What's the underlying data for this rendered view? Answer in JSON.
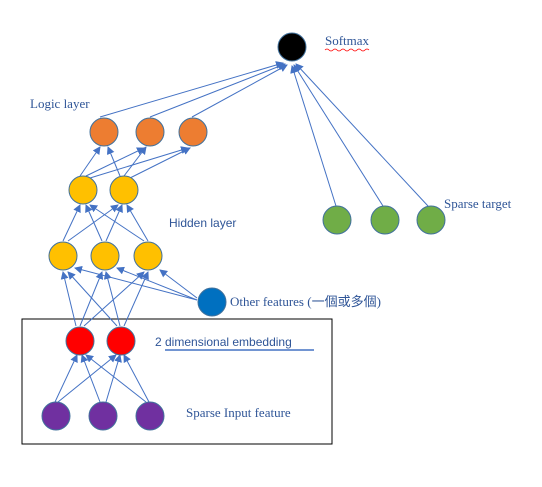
{
  "labels": {
    "softmax": "Softmax",
    "logic_layer": "Logic layer",
    "hidden_layer": "Hidden layer",
    "sparse_target": "Sparse target",
    "other_features": "Other features (一個或多個)",
    "embedding": "2 dimensional embedding",
    "sparse_input": "Sparse Input feature"
  },
  "colors": {
    "softmax": "#000000",
    "logic": "#ed7d31",
    "hidden": "#ffc000",
    "other": "#0070c0",
    "embedding": "#ff0000",
    "input": "#7030a0",
    "target": "#70ad47",
    "arrow": "#4472c4",
    "label": "#2f5597"
  }
}
